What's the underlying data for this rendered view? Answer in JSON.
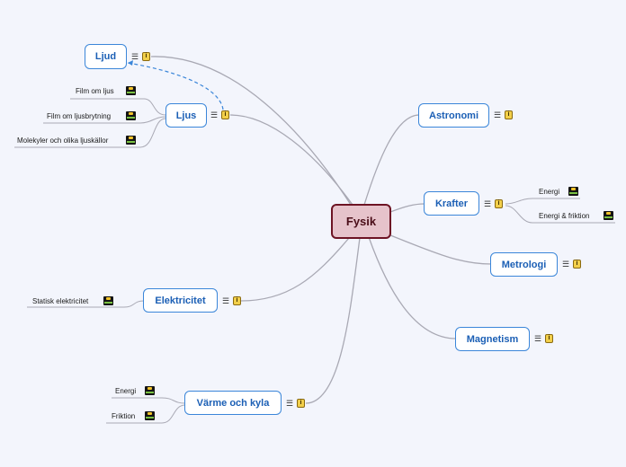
{
  "center": {
    "label": "Fysik"
  },
  "topics": [
    {
      "id": "ljud",
      "label": "Ljud"
    },
    {
      "id": "ljus",
      "label": "Ljus"
    },
    {
      "id": "astronomi",
      "label": "Astronomi"
    },
    {
      "id": "krafter",
      "label": "Krafter"
    },
    {
      "id": "metrologi",
      "label": "Metrologi"
    },
    {
      "id": "magnetism",
      "label": "Magnetism"
    },
    {
      "id": "elektricitet",
      "label": "Elektricitet"
    },
    {
      "id": "varme",
      "label": "Värme och kyla"
    }
  ],
  "leaves": {
    "ljus": [
      "Film om ljus",
      "Film om ljusbrytning",
      "Molekyler och olika ljuskällor"
    ],
    "krafter": [
      "Energi",
      "Energi & friktion"
    ],
    "elektricitet": [
      "Statisk elektricitet"
    ],
    "varme": [
      "Energi",
      "Friktion"
    ]
  },
  "colors": {
    "background": "#f3f5fc",
    "topic_border": "#3b86d9",
    "topic_text": "#1b5fb5",
    "center_fill": "#e6c3cb",
    "center_border": "#6d1424",
    "link": "#a9a9b4"
  },
  "icons": {
    "note": "notes-icon",
    "info": "info-icon",
    "film": "film-icon"
  }
}
